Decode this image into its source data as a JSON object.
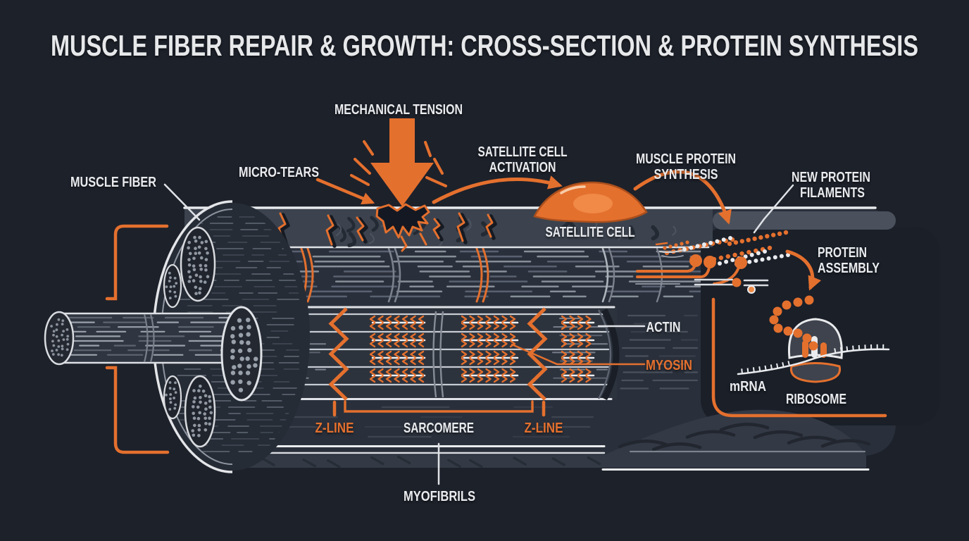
{
  "palette": {
    "background": "#1d212a",
    "orange": "#e4702e",
    "orange_deep": "#aa4f1c",
    "orange_light": "#f08a46",
    "white": "#e9ebee",
    "gray_light": "#9aa1ab",
    "gray_mid": "#5c6370",
    "fiber_band": "#3c434e",
    "fiber_interior": "#2a303b",
    "panel": "#1a1f28",
    "face_dark": "#232831"
  },
  "title": "MUSCLE FIBER REPAIR & GROWTH: CROSS-SECTION & PROTEIN SYNTHESIS",
  "labels": {
    "mechanical_tension": "MECHANICAL TENSION",
    "micro_tears": "MICRO-TEARS",
    "muscle_fiber": "MUSCLE FIBER",
    "satellite_cell_activation": [
      "SATELLITE CELL",
      "ACTIVATION"
    ],
    "satellite_cell": "SATELLITE CELL",
    "muscle_protein_synthesis": [
      "MUSCLE PROTEIN",
      "SYNTHESIS"
    ],
    "new_protein_filaments": [
      "NEW PROTEIN",
      "FILAMENTS"
    ],
    "protein_assembly": [
      "PROTEIN",
      "ASSEMBLY"
    ],
    "actin": "ACTIN",
    "myosin": "MYOSIN",
    "mrna": "mRNA",
    "ribosome": "RIBOSOME",
    "z_line_left": "Z-LINE",
    "sarcomere": "SARCOMERE",
    "z_line_right": "Z-LINE",
    "myofibrils": "MYOFIBRILS"
  }
}
